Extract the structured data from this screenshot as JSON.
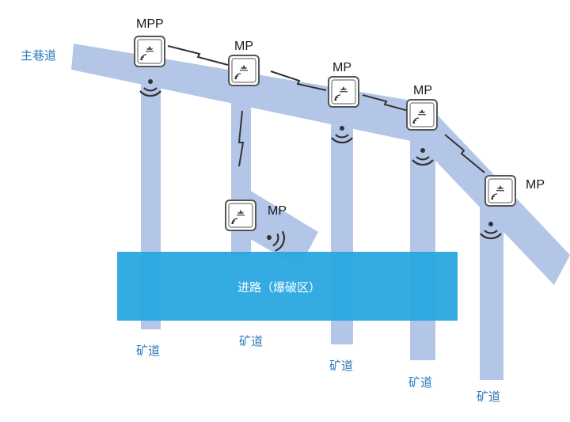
{
  "labels": {
    "main_tunnel": "主巷道",
    "access_road": "进路（爆破区）",
    "drift_1": "矿道",
    "drift_2": "矿道",
    "drift_3": "矿道",
    "drift_4": "矿道",
    "drift_5": "矿道"
  },
  "devices": [
    {
      "label": "MPP"
    },
    {
      "label": "MP"
    },
    {
      "label": "MP"
    },
    {
      "label": "MP"
    },
    {
      "label": "MP"
    },
    {
      "label": "MP"
    }
  ],
  "colors": {
    "tunnel": "#b4c6e7",
    "access_road": "#29a8e0",
    "label_text": "#2e7ab8",
    "device_frame": "#555555",
    "signal": "#333333"
  },
  "icons": [
    "wireless-link-icon",
    "signal-waves-icon",
    "access-point-icon"
  ]
}
